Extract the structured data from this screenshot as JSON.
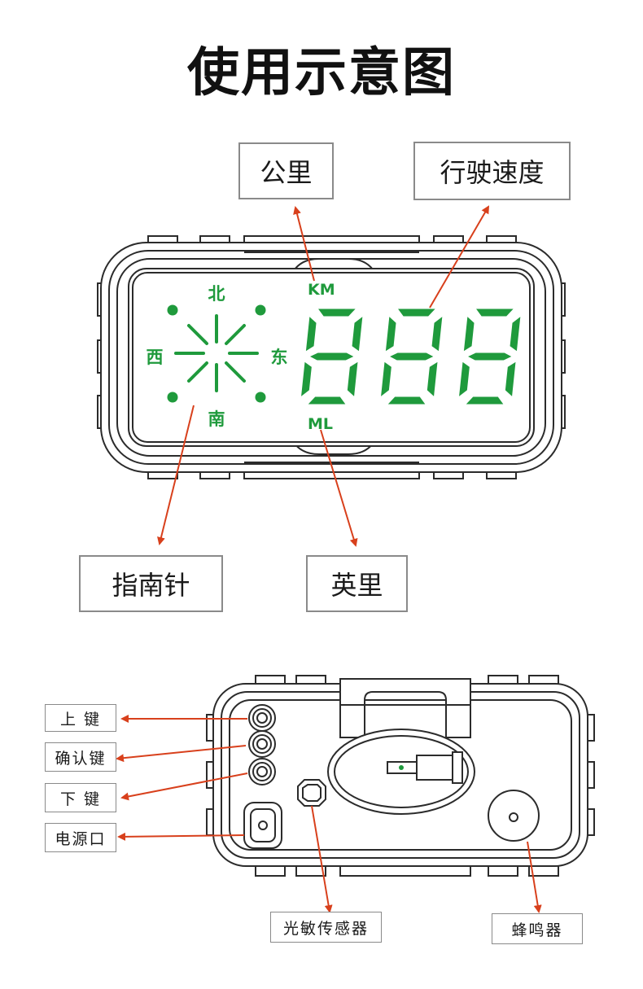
{
  "title": "使用示意图",
  "front_labels": {
    "km_callout": "公里",
    "speed_callout": "行驶速度",
    "compass_callout": "指南针",
    "mile_callout": "英里"
  },
  "lcd": {
    "km_unit": "KM",
    "ml_unit": "ML",
    "north": "北",
    "south": "南",
    "west": "西",
    "east": "东",
    "digits": "888"
  },
  "back_labels": {
    "up_key": "上 键",
    "confirm_key": "确认键",
    "down_key": "下 键",
    "power_port": "电源口",
    "light_sensor": "光敏传感器",
    "buzzer": "蜂鸣器"
  },
  "colors": {
    "lcd_green": "#1f9a3c",
    "arrow_red": "#d8401c",
    "outline": "#2b2b2b"
  }
}
